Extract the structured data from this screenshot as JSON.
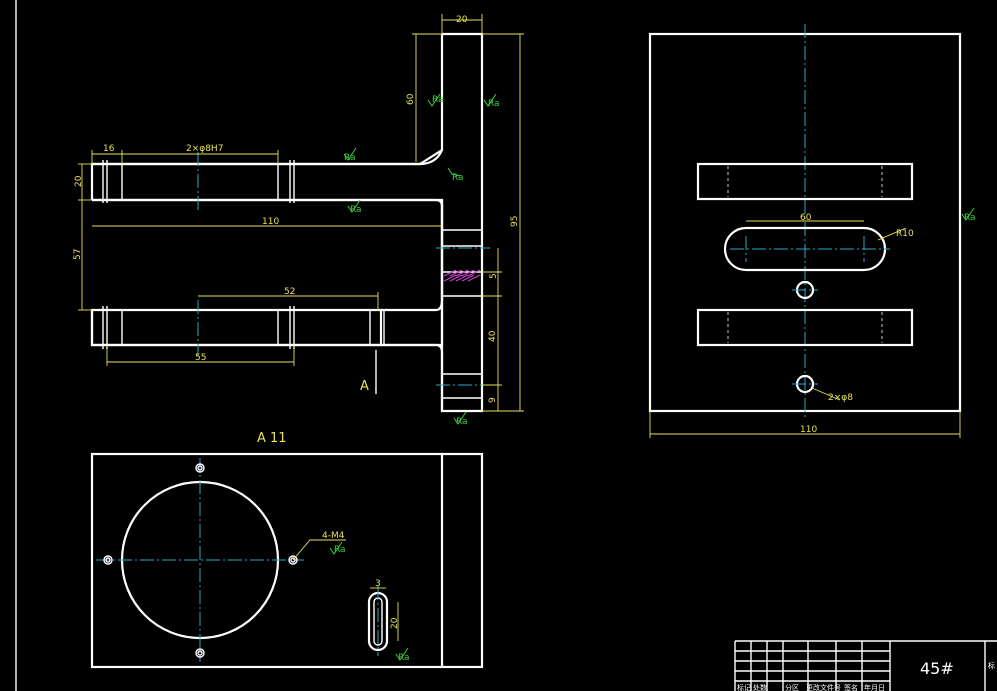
{
  "colors": {
    "background": "#000000",
    "outline": "#ffffff",
    "centerline": "#2fa6c8",
    "dimension": "#e8e05a",
    "roughness": "#3ad13a",
    "hatch": "#d040d0"
  },
  "front_view": {
    "dims": {
      "top_width": "20",
      "upper_height": "60",
      "total_height": "95",
      "bore_len": "16",
      "bore_spec": "2×φ8H7",
      "arm_thick": "20",
      "length": "110",
      "gap": "57",
      "hole_span": "52",
      "lower_len": "55",
      "small": "5",
      "lower_height": "40",
      "base": "9"
    },
    "roughness": [
      "Ra",
      "Ra",
      "Ra",
      "Ra",
      "Ra",
      "Ra"
    ],
    "section_mark": "A"
  },
  "section_view": {
    "label": "A 11",
    "hole_note": "4-M4",
    "slot_width": "3",
    "slot_len": "20",
    "roughness": [
      "Ra",
      "Ra"
    ]
  },
  "side_view": {
    "dims": {
      "slot_span": "60",
      "slot_r": "R10",
      "holes": "2×φ8",
      "width": "110"
    },
    "roughness": "Ra"
  },
  "title_block": {
    "material": "45#",
    "header_cells": [
      "标记",
      "处数",
      "分区",
      "更改文件号",
      "签名",
      "年月日"
    ],
    "right_char": "标"
  }
}
